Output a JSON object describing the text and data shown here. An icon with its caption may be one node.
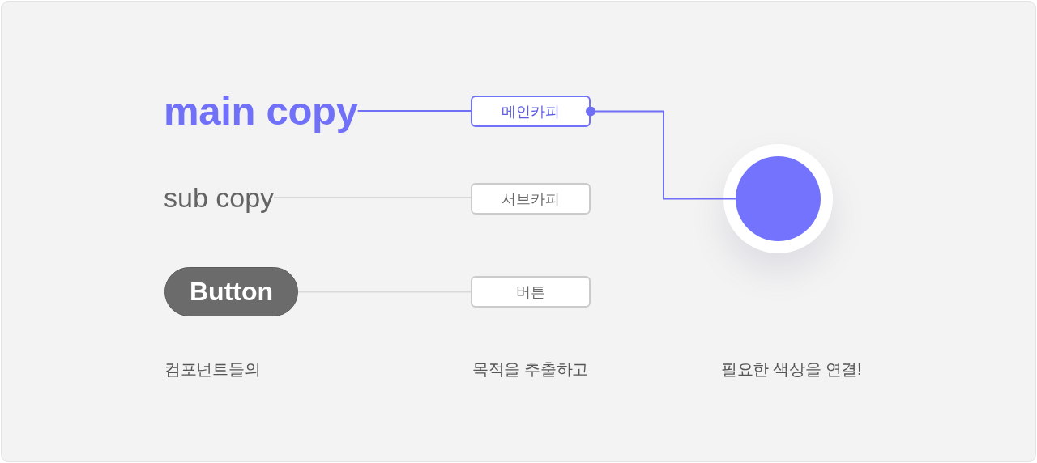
{
  "diagram": {
    "nodes": [
      {
        "text": [
          "main copy"
        ]
      },
      {
        "text": [
          "메인카피"
        ]
      },
      {
        "text": [
          "sub copy"
        ]
      },
      {
        "text": [
          "서브카피"
        ]
      },
      {
        "text": [],
        "shape": "circle"
      },
      {
        "text": [
          "Button"
        ]
      },
      {
        "text": [
          "버튼"
        ]
      }
    ],
    "edges": [
      {
        "from": 0,
        "to": 1,
        "arrow": "none",
        "color": "#6f6ff5"
      },
      {
        "from": 1,
        "to": 4,
        "arrow": "other",
        "color": "#6f6ff5"
      },
      {
        "from": 2,
        "to": 3,
        "arrow": "none",
        "color": "#d9d9d9"
      },
      {
        "from": 5,
        "to": 6,
        "arrow": "none",
        "color": "#d9d9d9"
      }
    ],
    "labels": [
      "컴포넌트들의",
      "목적을 추출하고",
      "필요한 색상을 연결!"
    ]
  }
}
